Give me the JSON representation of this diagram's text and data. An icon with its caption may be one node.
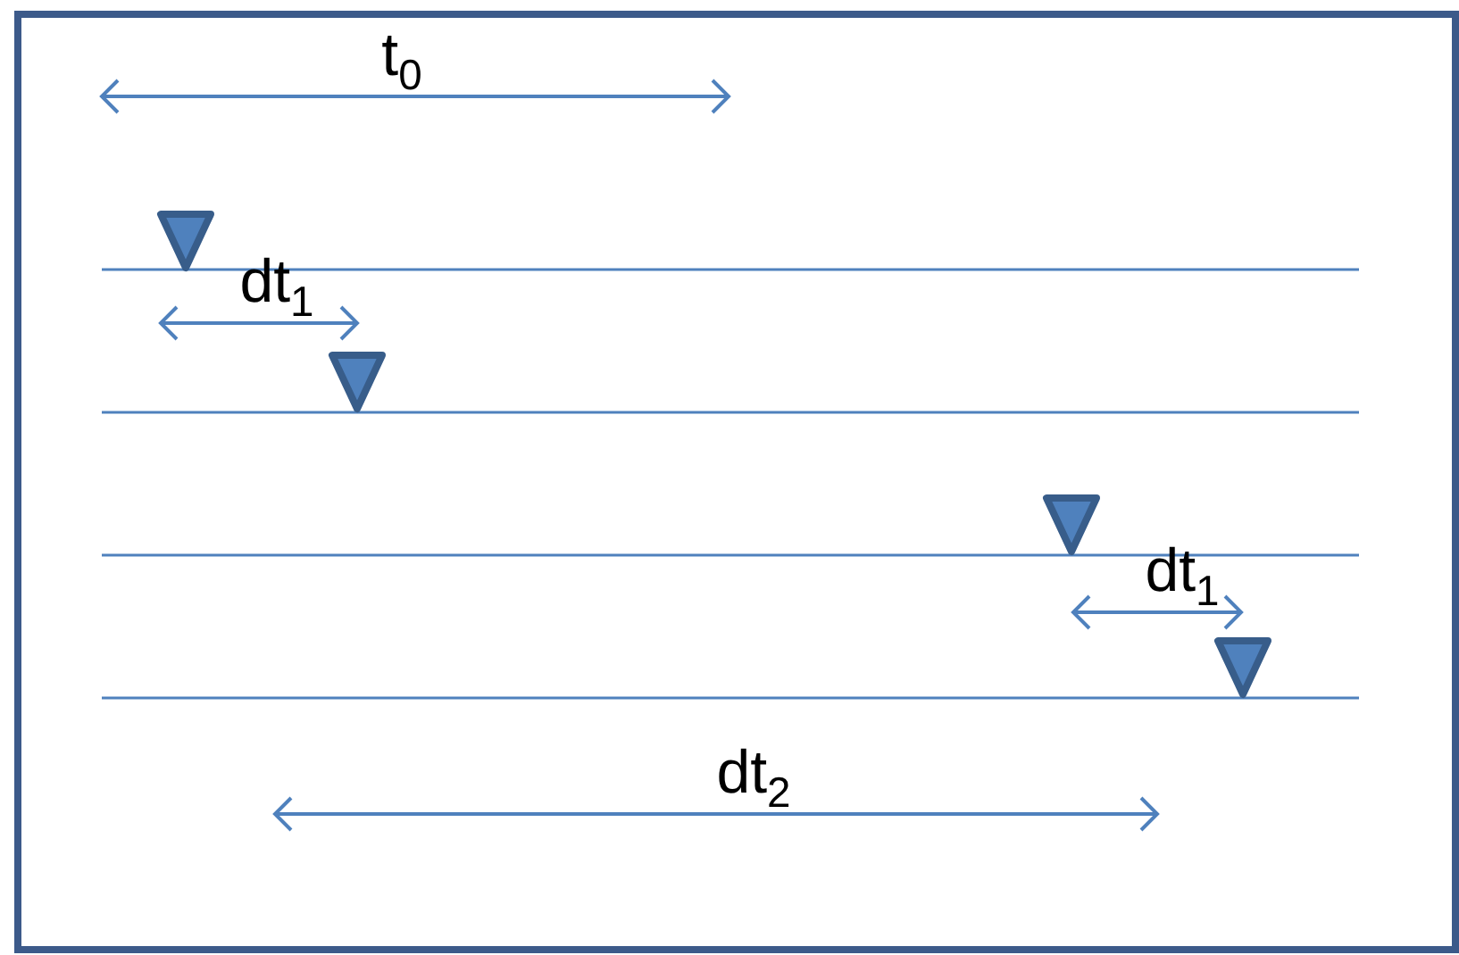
{
  "diagram": {
    "labels": [
      "t$_{0}$",
      "dt$_{1}$",
      "dt$_{1}$",
      "dt$_{2}$"
    ]
  }
}
